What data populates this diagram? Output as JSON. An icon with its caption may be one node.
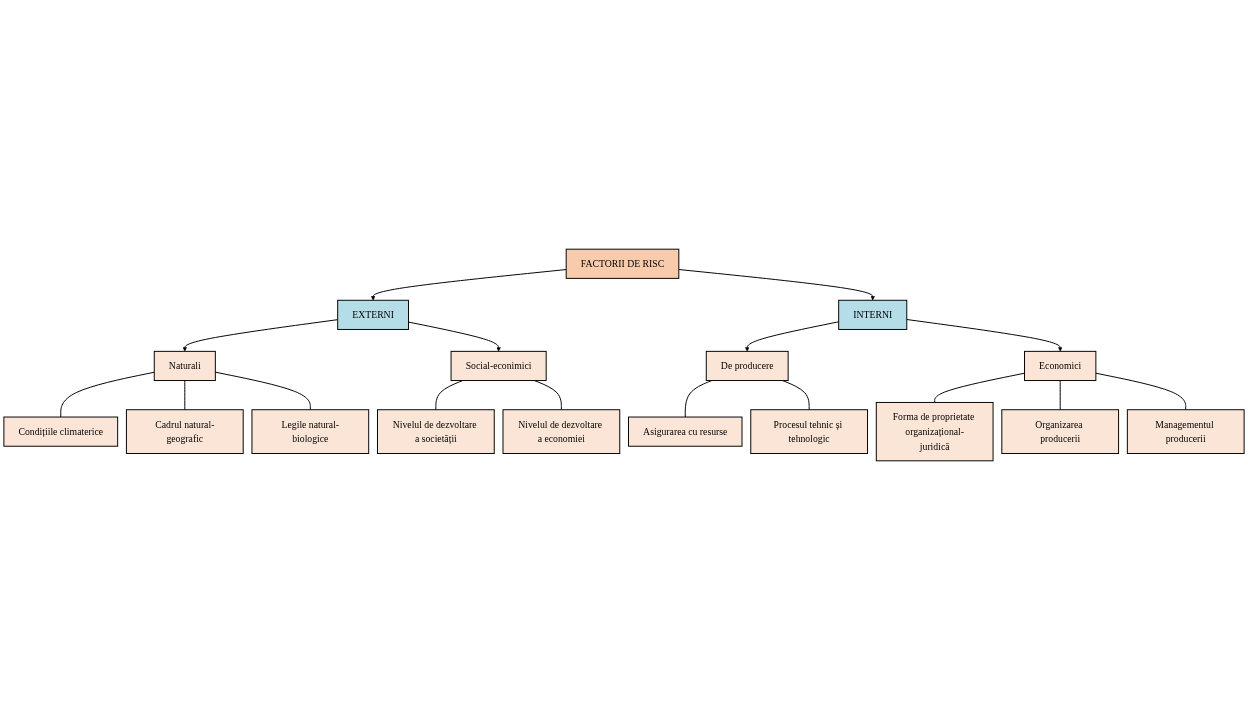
{
  "diagram": {
    "nodes": [
      {
        "text": [
          "FACTORII DE RISC"
        ]
      },
      {
        "text": [
          "EXTERNI"
        ]
      },
      {
        "text": [
          "INTERNI"
        ]
      },
      {
        "text": [
          "Naturali"
        ]
      },
      {
        "text": [
          "Social-econimici"
        ]
      },
      {
        "text": [
          "De producere"
        ]
      },
      {
        "text": [
          "Economici"
        ]
      },
      {
        "text": [
          "Condițiile climaterice"
        ]
      },
      {
        "text": [
          "Cadrul natural-geografic"
        ]
      },
      {
        "text": [
          "Legile natural-biologice"
        ]
      },
      {
        "text": [
          "Nivelul de dezvoltare a societății"
        ]
      },
      {
        "text": [
          "Nivelul de dezvoltare a economiei"
        ]
      },
      {
        "text": [
          "Asigurarea cu resurse"
        ]
      },
      {
        "text": [
          "Procesul tehnic și tehnologic"
        ]
      },
      {
        "text": [
          "Forma de proprietate organizațional-juridică"
        ]
      },
      {
        "text": [
          "Organizarea producerii"
        ]
      },
      {
        "text": [
          "Managementul producerii"
        ]
      }
    ],
    "edges": [
      {
        "from": 0,
        "to": 1,
        "arrow": "to"
      },
      {
        "from": 0,
        "to": 2,
        "arrow": "to"
      },
      {
        "from": 1,
        "to": 3,
        "arrow": "to"
      },
      {
        "from": 1,
        "to": 4,
        "arrow": "to"
      },
      {
        "from": 2,
        "to": 5,
        "arrow": "to"
      },
      {
        "from": 2,
        "to": 6,
        "arrow": "to"
      },
      {
        "from": 3,
        "to": 7,
        "arrow": "none"
      },
      {
        "from": 3,
        "to": 8,
        "arrow": "none"
      },
      {
        "from": 3,
        "to": 9,
        "arrow": "none"
      },
      {
        "from": 4,
        "to": 10,
        "arrow": "none"
      },
      {
        "from": 4,
        "to": 11,
        "arrow": "none"
      },
      {
        "from": 5,
        "to": 12,
        "arrow": "none"
      },
      {
        "from": 5,
        "to": 13,
        "arrow": "none"
      },
      {
        "from": 6,
        "to": 14,
        "arrow": "none"
      },
      {
        "from": 6,
        "to": 15,
        "arrow": "none"
      },
      {
        "from": 6,
        "to": 16,
        "arrow": "none"
      }
    ]
  }
}
